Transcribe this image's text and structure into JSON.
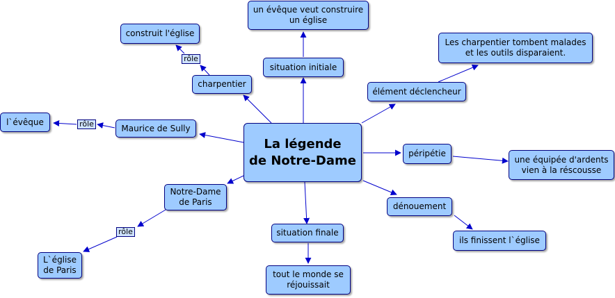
{
  "colors": {
    "node_fill": "#9ecbff",
    "node_border": "#000080",
    "link": "#0000cc",
    "tag_fill": "#cfe3ff"
  },
  "nodes": {
    "center": "La légende\nde Notre-Dame",
    "situation_initiale": "situation initiale",
    "eveque_construire": "un évêque veut construire\nun église",
    "charpentier": "charpentier",
    "construit_eglise": "construit l'église",
    "maurice_sully": "Maurice de Sully",
    "l_eveque": "l`évêque",
    "notre_dame_paris": "Notre-Dame\nde Paris",
    "eglise_paris": "L`église\nde Paris",
    "situation_finale": "situation finale",
    "tout_le_monde": "tout le monde se\nréjouissait",
    "element_declencheur": "élément déclencheur",
    "charpentier_malades": "Les charpentier tombent malades\net les outils disparaient.",
    "peripetie": "péripétie",
    "equipee_ardents": "une équipée d'ardents\nvien à la réscousse",
    "denouement": "dénouement",
    "finissent_eglise": "ils finissent l`église"
  },
  "link_labels": {
    "role_charpentier": "rôle",
    "role_maurice": "rôle",
    "role_notre_dame": "rôle"
  }
}
